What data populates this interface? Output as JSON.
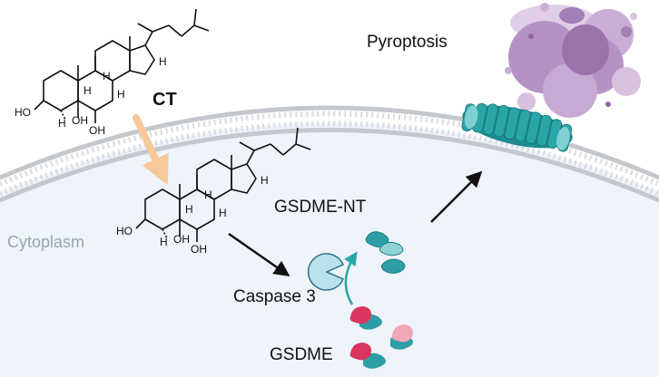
{
  "labels": {
    "pyroptosis": "Pyroptosis",
    "ct": "CT",
    "cytoplasm": "Cytoplasm",
    "gsdme_nt": "GSDME-NT",
    "caspase3": "Caspase 3",
    "gsdme": "GSDME"
  },
  "structure_atoms": {
    "h": "H",
    "ho": "HO",
    "oh": "OH"
  },
  "colors": {
    "membrane_head": "#bfc3c8",
    "cytoplasm": "#eef4fa",
    "pore": "#2aa6a8",
    "caspase": "#b9e2ec",
    "cell_body": "#b592c4",
    "arrow_orange": "#f6c89a",
    "pink_domain": "#d8365e",
    "teal_protein": "#2e9ea6"
  }
}
